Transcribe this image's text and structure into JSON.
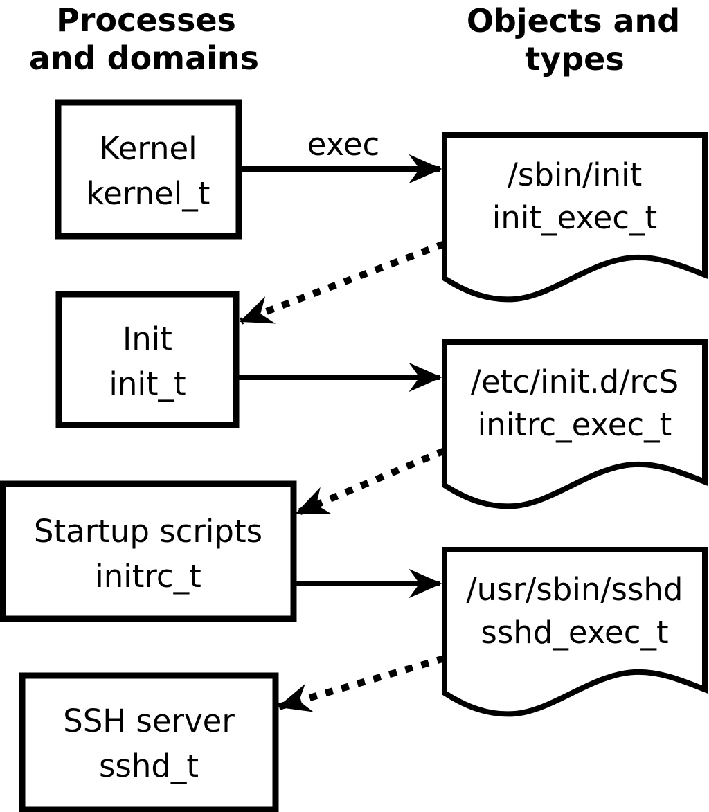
{
  "headers": {
    "left": {
      "line1": "Processes",
      "line2": "and domains"
    },
    "right": {
      "line1": "Objects and",
      "line2": "types"
    }
  },
  "domains": [
    {
      "name": "Kernel",
      "type": "kernel_t"
    },
    {
      "name": "Init",
      "type": "init_t"
    },
    {
      "name": "Startup scripts",
      "type": "initrc_t"
    },
    {
      "name": "SSH server",
      "type": "sshd_t"
    }
  ],
  "objects": [
    {
      "path": "/sbin/init",
      "type": "init_exec_t"
    },
    {
      "path": "/etc/init.d/rcS",
      "type": "initrc_exec_t"
    },
    {
      "path": "/usr/sbin/sshd",
      "type": "sshd_exec_t"
    }
  ],
  "arrows": {
    "exec_label": "exec"
  },
  "colors": {
    "ink": "#000000",
    "paper": "#ffffff"
  }
}
